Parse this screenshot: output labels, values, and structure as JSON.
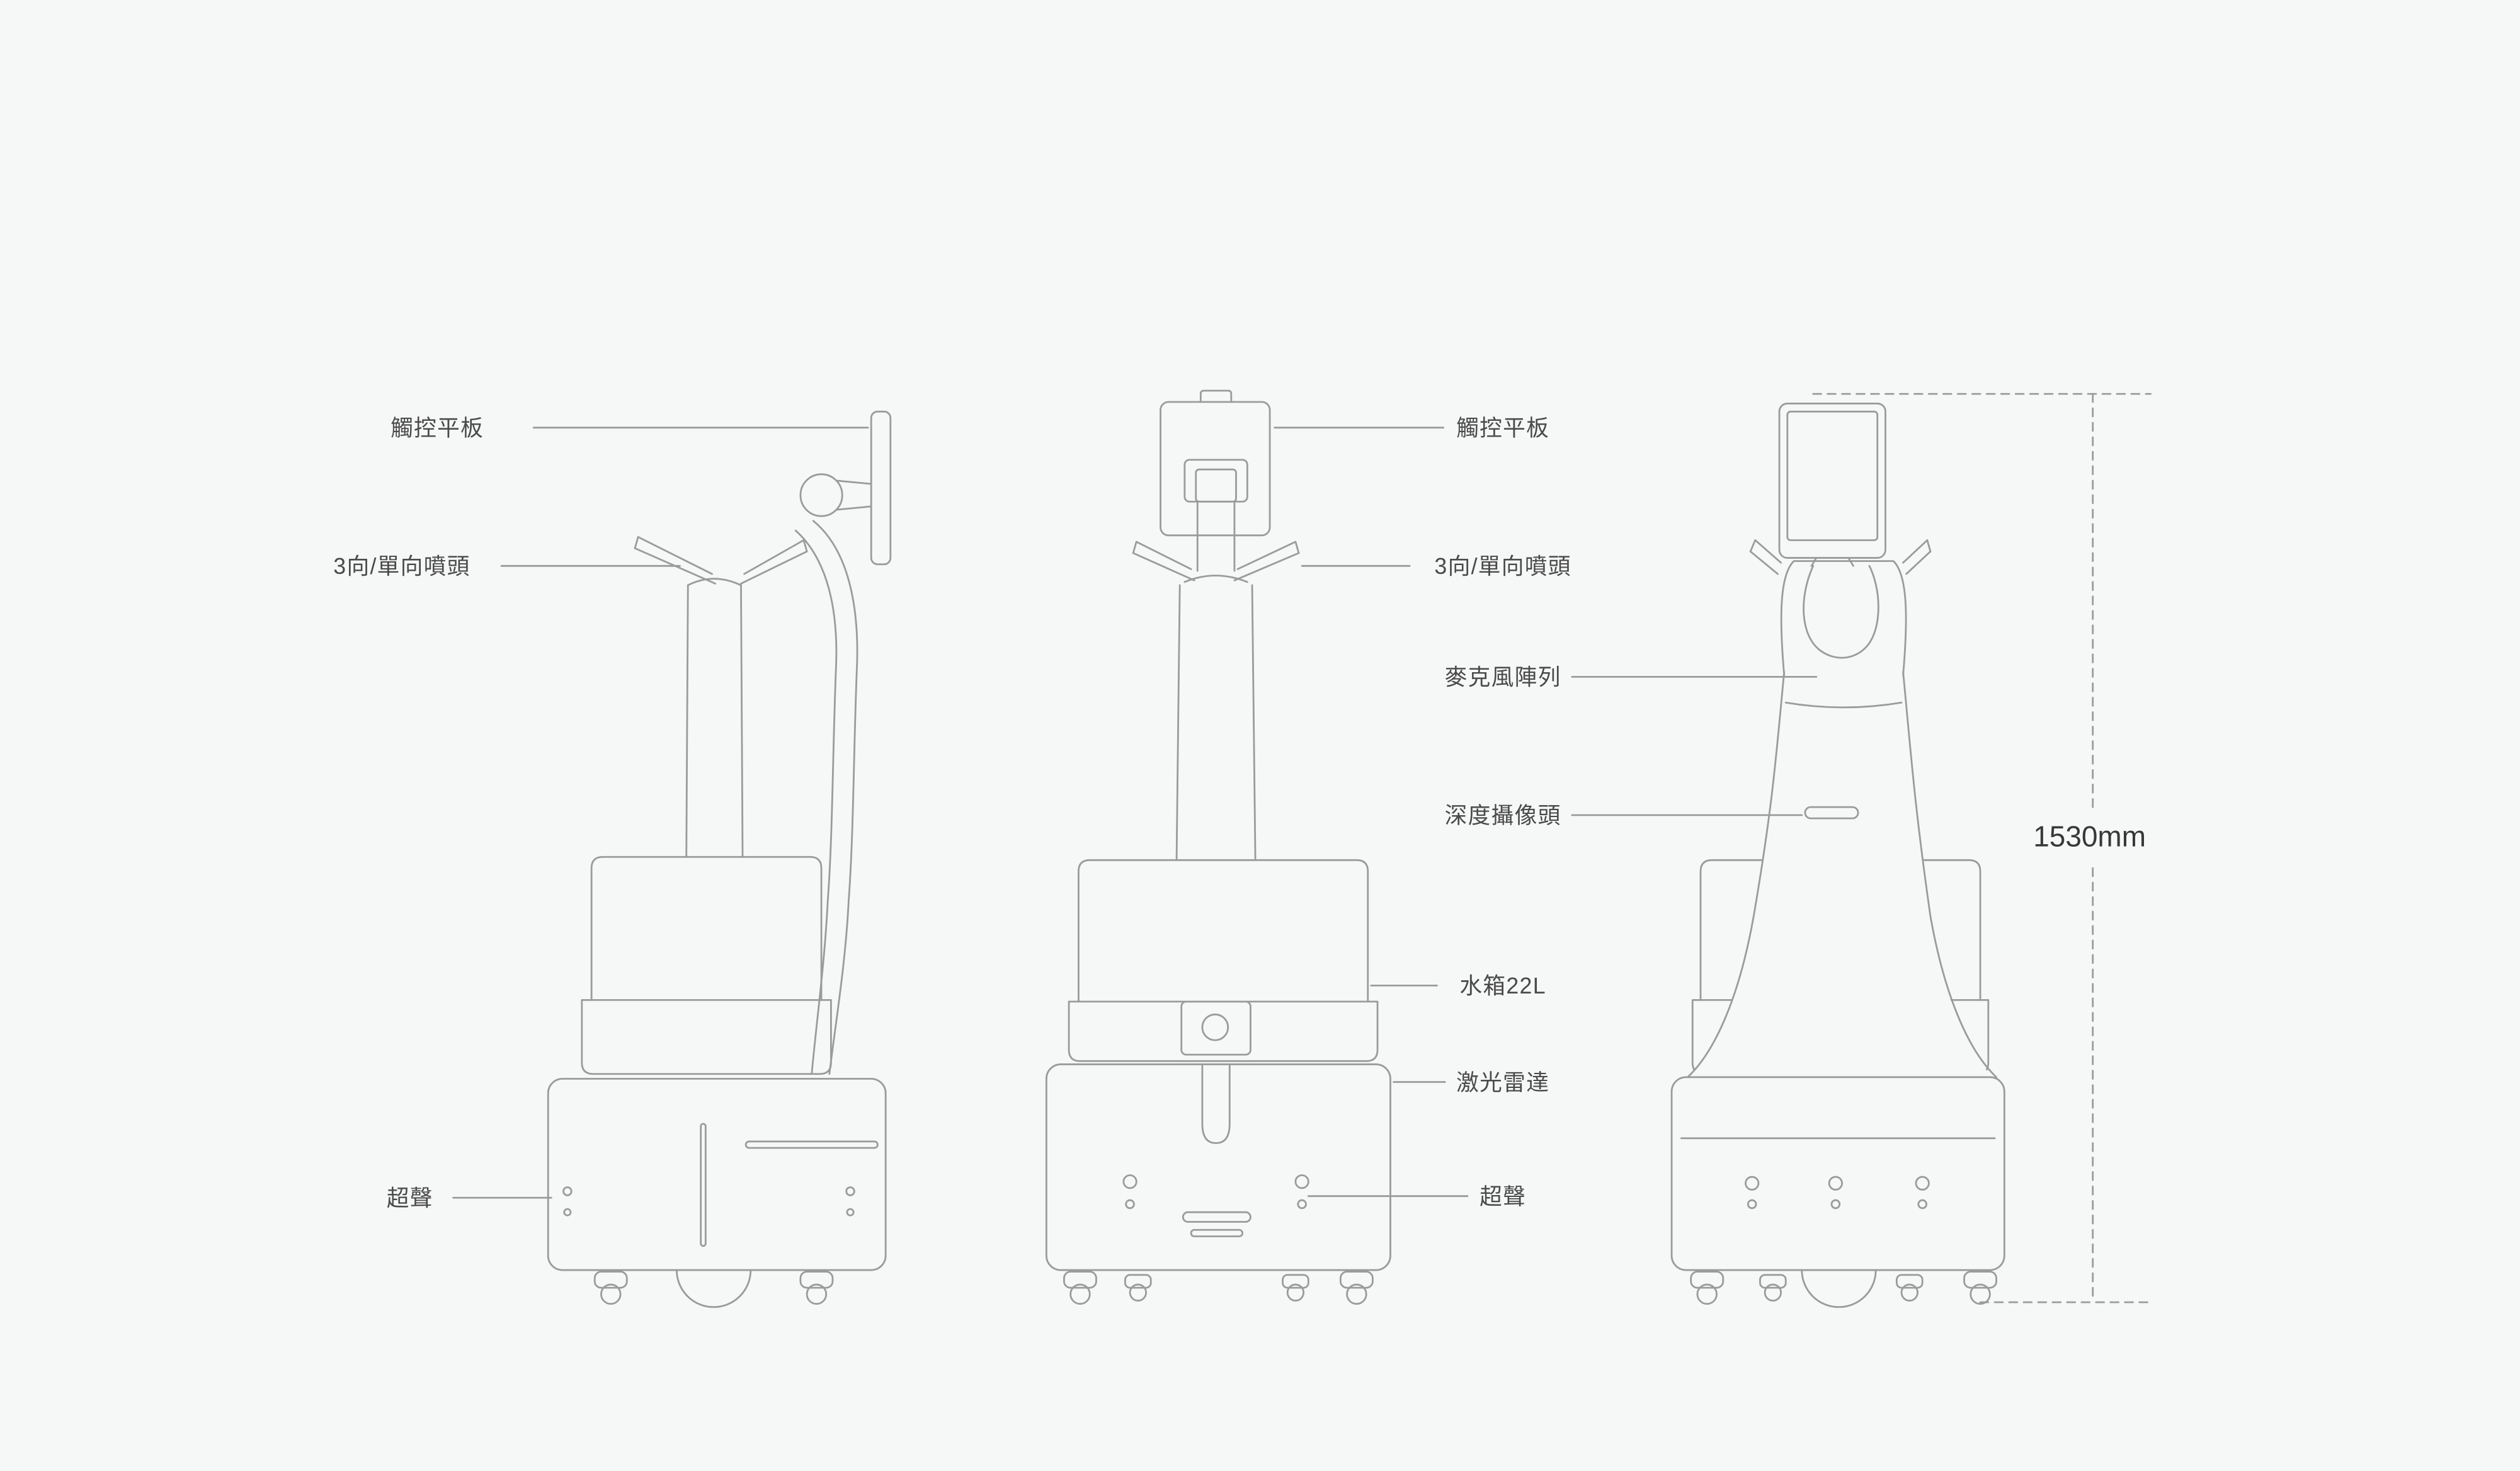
{
  "palette": {
    "background": "#f6f7f7",
    "line": "#9b9b9b",
    "label_text": "#4a4a4a",
    "dimension_text": "#383838"
  },
  "diagram": {
    "subject": "disinfection-spray-robot-three-views",
    "views": [
      "side-left",
      "front",
      "side-right"
    ],
    "labels_left": [
      {
        "text": "觸控平板"
      },
      {
        "text": "3向/單向噴頭"
      },
      {
        "text": "超聲"
      }
    ],
    "labels_middle": [
      {
        "text": "觸控平板"
      },
      {
        "text": "3向/單向噴頭"
      },
      {
        "text": "麥克風陣列"
      },
      {
        "text": "深度攝像頭"
      },
      {
        "text": "水箱22L"
      },
      {
        "text": "激光雷達"
      },
      {
        "text": "超聲"
      }
    ],
    "dimension": {
      "text": "1530mm"
    }
  }
}
